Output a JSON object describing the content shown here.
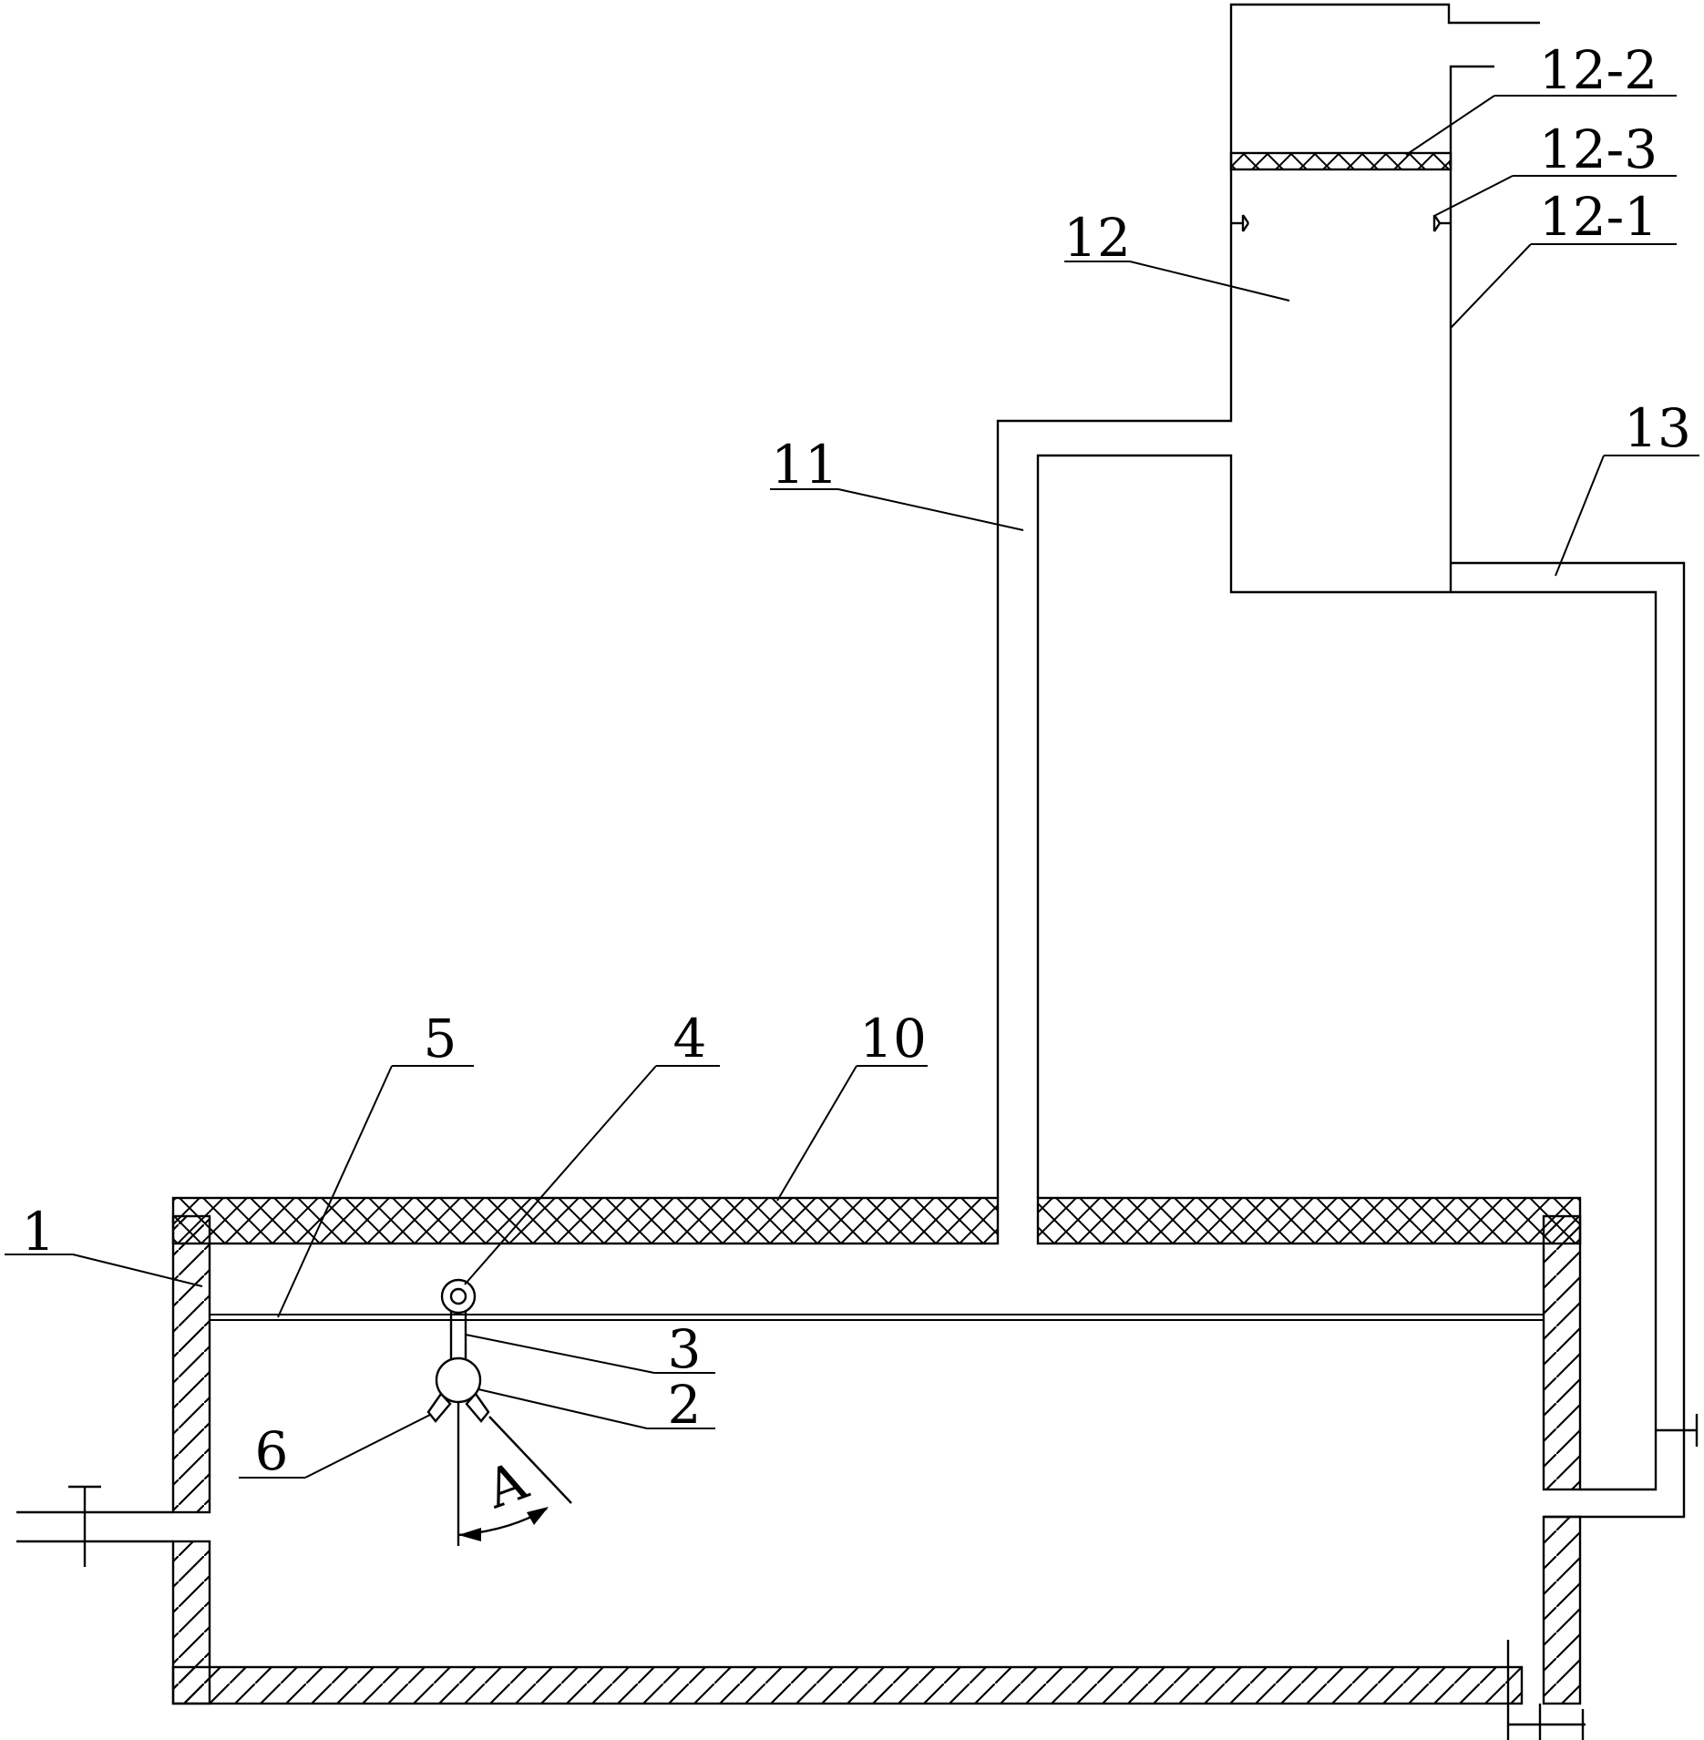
{
  "labels": {
    "l1": "1",
    "l2": "2",
    "l3": "3",
    "l4": "4",
    "l5": "5",
    "l6": "6",
    "l10": "10",
    "l11": "11",
    "l12": "12",
    "l12_1": "12-1",
    "l12_2": "12-2",
    "l12_3": "12-3",
    "l13": "13",
    "angle": "A"
  }
}
